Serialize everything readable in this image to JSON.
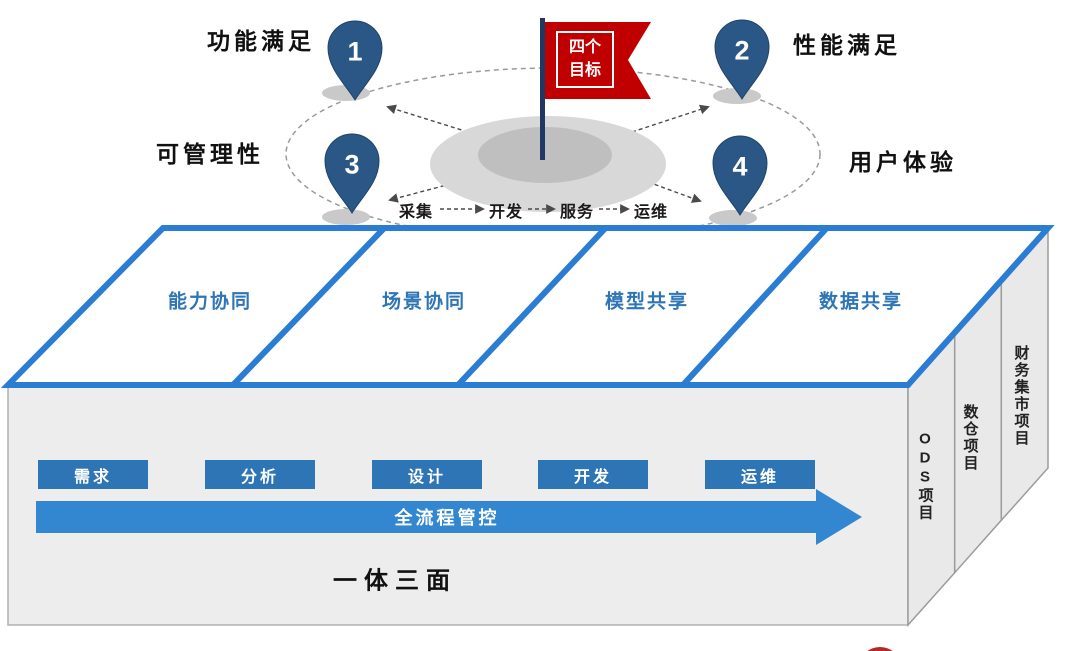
{
  "diagram": {
    "goal_flag": {
      "line1": "四个",
      "line2": "目标"
    },
    "goals": [
      {
        "number": "1",
        "label": "功能满足"
      },
      {
        "number": "2",
        "label": "性能满足"
      },
      {
        "number": "3",
        "label": "可管理性"
      },
      {
        "number": "4",
        "label": "用户体验"
      }
    ],
    "process_flow": [
      "采集",
      "开发",
      "服务",
      "运维"
    ],
    "platform_cells": [
      "能力协同",
      "场景协同",
      "模型共享",
      "数据共享"
    ],
    "stages": [
      "需求",
      "分析",
      "设计",
      "开发",
      "运维"
    ],
    "arrow_label": "全流程管控",
    "caption": "一体三面",
    "side_panels": [
      "ODS项目",
      "数仓项目",
      "财务集市项目"
    ]
  },
  "colors": {
    "pin_navy": "#2a5785",
    "flag_red": "#c00000",
    "grid_blue": "#2b7cd3",
    "button_blue": "#2e75b6",
    "arrow_blue": "#3287d0",
    "cell_text_blue": "#2e75b6",
    "face_gray": "#ededed",
    "panel_gray": "#e9e9e9"
  }
}
